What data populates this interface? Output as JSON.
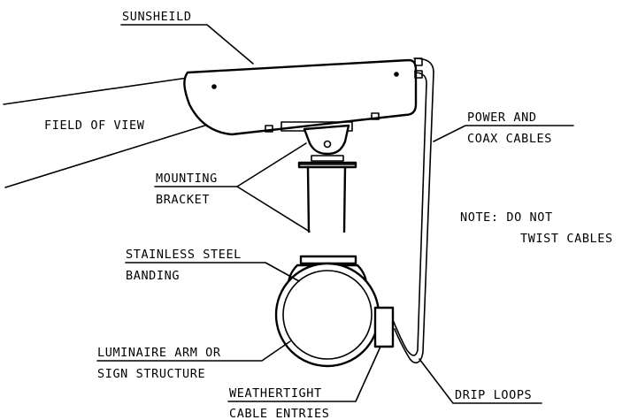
{
  "labels": {
    "sunshield": "SUNSHEILD",
    "field_of_view": "FIELD OF VIEW",
    "power_line1": "POWER AND",
    "power_line2": "COAX CABLES",
    "mounting_line1": "MOUNTING",
    "mounting_line2": "BRACKET",
    "note_line1": "NOTE: DO NOT",
    "note_line2": "TWIST CABLES",
    "banding_line1": "STAINLESS STEEL",
    "banding_line2": "BANDING",
    "luminaire_line1": "LUMINAIRE ARM OR",
    "luminaire_line2": "SIGN STRUCTURE",
    "weathertight_line1": "WEATHERTIGHT",
    "weathertight_line2": "CABLE ENTRIES",
    "drip_loops": "DRIP LOOPS"
  },
  "colors": {
    "ink": "#000000",
    "paper": "#ffffff"
  }
}
